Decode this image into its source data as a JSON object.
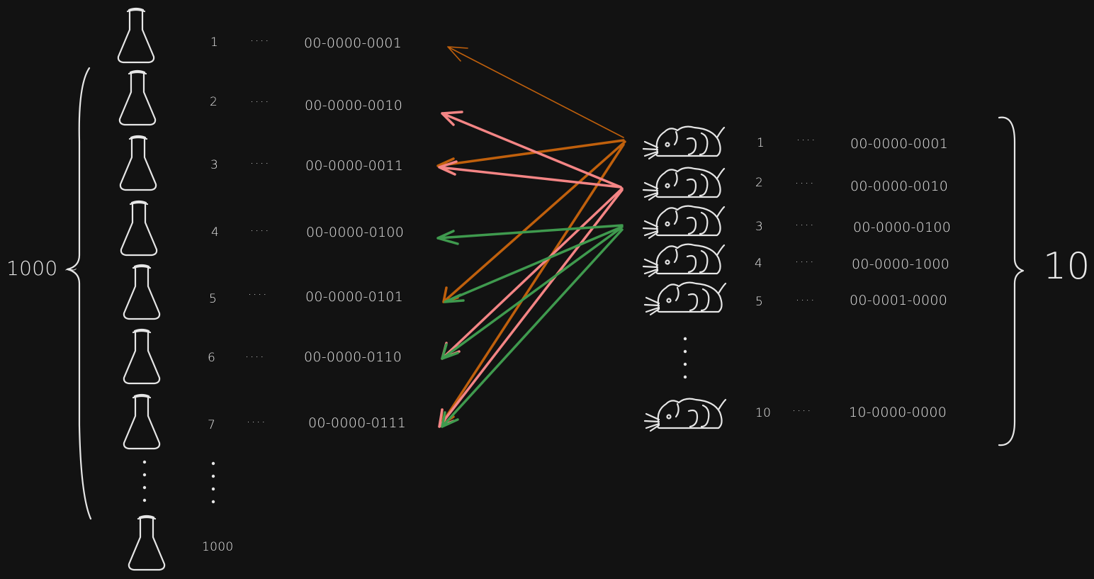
{
  "bottles": {
    "items": [
      {
        "index": "1",
        "dots": "····",
        "code": "00-0000-0001"
      },
      {
        "index": "2",
        "dots": "····",
        "code": "00-0000-0010"
      },
      {
        "index": "3",
        "dots": "····",
        "code": "00-0000-0011"
      },
      {
        "index": "4",
        "dots": "····",
        "code": "00-0000-0100"
      },
      {
        "index": "5",
        "dots": "····",
        "code": "00-0000-0101"
      },
      {
        "index": "6",
        "dots": "····",
        "code": "00-0000-0110"
      },
      {
        "index": "7",
        "dots": "····",
        "code": "00-0000-0111"
      }
    ],
    "last_index": "1000",
    "total_label": "1000"
  },
  "mice": {
    "items": [
      {
        "index": "1",
        "dots": "····",
        "code": "00-0000-0001"
      },
      {
        "index": "2",
        "dots": "····",
        "code": "00-0000-0010"
      },
      {
        "index": "3",
        "dots": "····",
        "code": "00-0000-0100"
      },
      {
        "index": "4",
        "dots": "····",
        "code": "00-0000-1000"
      },
      {
        "index": "5",
        "dots": "····",
        "code": "00-0001-0000"
      },
      {
        "index": "10",
        "dots": "····",
        "code": "10-0000-0000"
      }
    ],
    "total_label": "10"
  },
  "colors": {
    "background": "#121212",
    "mouse1_arrows": "#c0600c",
    "mouse2_arrows": "#f48585",
    "mouse3_arrows": "#3f9a4e",
    "sketch": "#e6e6e6"
  },
  "icons": {
    "bottle": "erlenmeyer-flask-icon",
    "mouse": "mouse-icon"
  }
}
